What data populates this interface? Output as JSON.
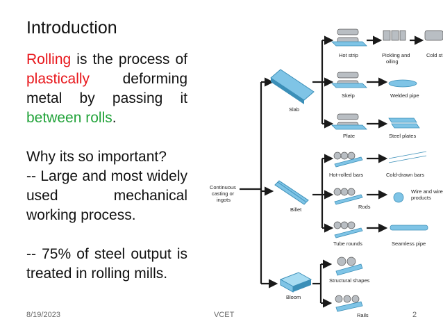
{
  "slide": {
    "title": "Introduction",
    "para1": {
      "w1": "Rolling",
      "t1": " is the process of ",
      "w2": "plastically",
      "t2": " deforming metal by passing it ",
      "w3": "between rolls",
      "t3": "."
    },
    "question": "Why its so important?",
    "point1": "-- Large and most widely used mechanical working process.",
    "point2": "-- 75% of steel output is treated in rolling mills.",
    "footer": {
      "date": "8/19/2023",
      "center": "VCET",
      "page": "2"
    }
  },
  "diagram": {
    "source": "Continuous casting or ingots",
    "source_lines": [
      "Continuous",
      "casting or",
      "ingots"
    ],
    "nodes": [
      "Slab",
      "Billet",
      "Bloom"
    ],
    "products": [
      "Hot strip",
      "Pickling and oiling",
      "Cold strip",
      "Skelp",
      "Welded pipe",
      "Plate",
      "Steel plates",
      "Hot-rolled bars",
      "Cold-drawn bars",
      "Rods",
      "Wire and wire products",
      "Tube rounds",
      "Seamless pipe",
      "Structural shapes",
      "Rails"
    ],
    "label_lines": {
      "pickling": [
        "Pickling and",
        "oiling"
      ],
      "cold_strip": "Cold st",
      "wire": [
        "Wire and wire",
        "products"
      ]
    },
    "colors": {
      "steel": "#7fc4e6",
      "steel_dark": "#3b8fb8",
      "roll": "#b9bec3",
      "line": "#1a1a1a",
      "red_text": "#e8161b",
      "green_text": "#22a33a"
    }
  }
}
